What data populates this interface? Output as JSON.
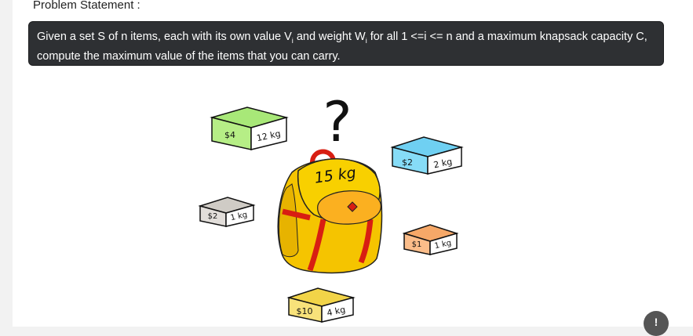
{
  "heading": "Problem Statement :",
  "statement": {
    "part1": "Given a set S of n items, each with its own value V",
    "sub1": "i",
    "part2": " and weight W",
    "sub2": "i",
    "part3": " for all 1 <=i <=  n and a maximum knapsack capacity C,",
    "line2": "compute the maximum value of the items that you can carry."
  },
  "illustration": {
    "question_mark": "?",
    "knapsack_capacity": "15 kg",
    "items": [
      {
        "price": "$4",
        "weight": "12 kg",
        "color": "#a8e878"
      },
      {
        "price": "$2",
        "weight": "2 kg",
        "color": "#7ad8f5"
      },
      {
        "price": "$2",
        "weight": "1 kg",
        "color": "#d6d2cc"
      },
      {
        "price": "$1",
        "weight": "1 kg",
        "color": "#f8b07a"
      },
      {
        "price": "$10",
        "weight": "4 kg",
        "color": "#f6dc5a"
      }
    ],
    "bag_color": "#f5c400",
    "strap_color": "#d81e12"
  },
  "nav_button": "!"
}
